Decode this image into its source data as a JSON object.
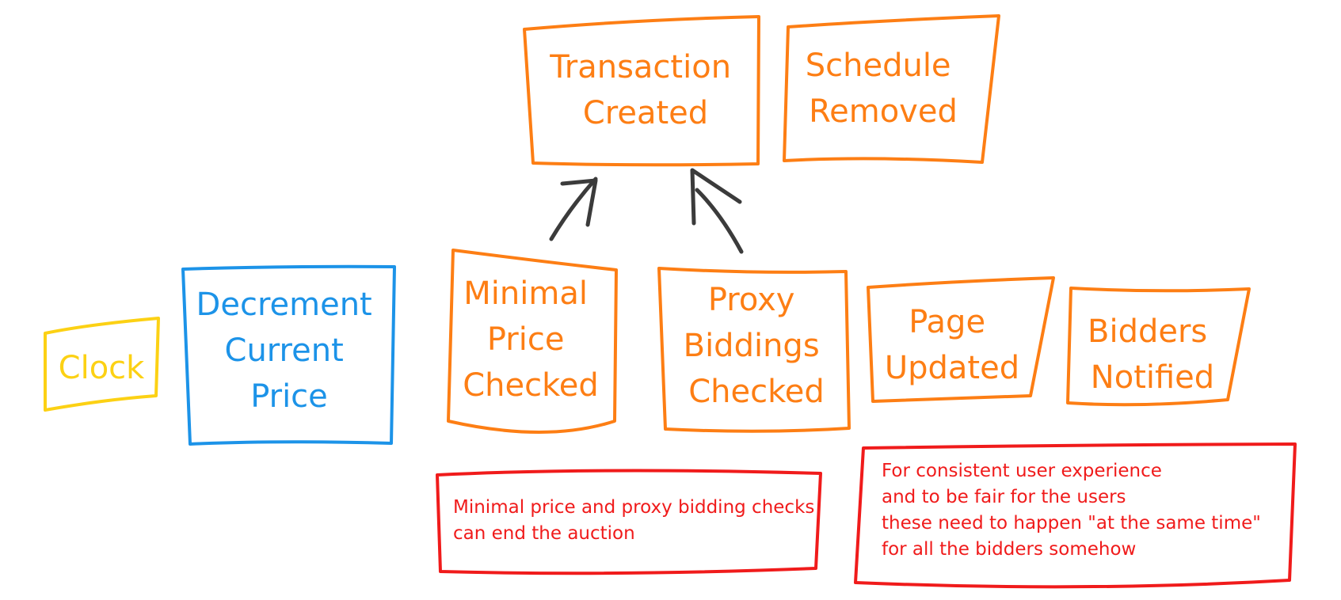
{
  "colors": {
    "event": "#fd7e14",
    "command": "#1c93e8",
    "actor": "#fcd114",
    "note": "#f01b1b",
    "arrow": "#3b3b3b"
  },
  "stickies": {
    "clock": {
      "lines": [
        "Clock"
      ]
    },
    "decrement_current_price": {
      "lines": [
        "Decrement",
        "Current",
        "Price"
      ]
    },
    "minimal_price_checked": {
      "lines": [
        "Minimal",
        "Price",
        "Checked"
      ]
    },
    "proxy_biddings_checked": {
      "lines": [
        "Proxy",
        "Biddings",
        "Checked"
      ]
    },
    "page_updated": {
      "lines": [
        "Page",
        "Updated"
      ]
    },
    "bidders_notified": {
      "lines": [
        "Bidders",
        "Notified"
      ]
    },
    "transaction_created": {
      "lines": [
        "Transaction",
        "Created"
      ]
    },
    "schedule_removed": {
      "lines": [
        "Schedule",
        "Removed"
      ]
    }
  },
  "notes": {
    "auction_end": {
      "lines": [
        "Minimal price and proxy bidding checks",
        "can end the auction"
      ]
    },
    "consistency": {
      "lines": [
        "For consistent user experience",
        "and to be fair for the users",
        "these need to happen \"at the same time\"",
        "for all the bidders somehow"
      ]
    }
  }
}
